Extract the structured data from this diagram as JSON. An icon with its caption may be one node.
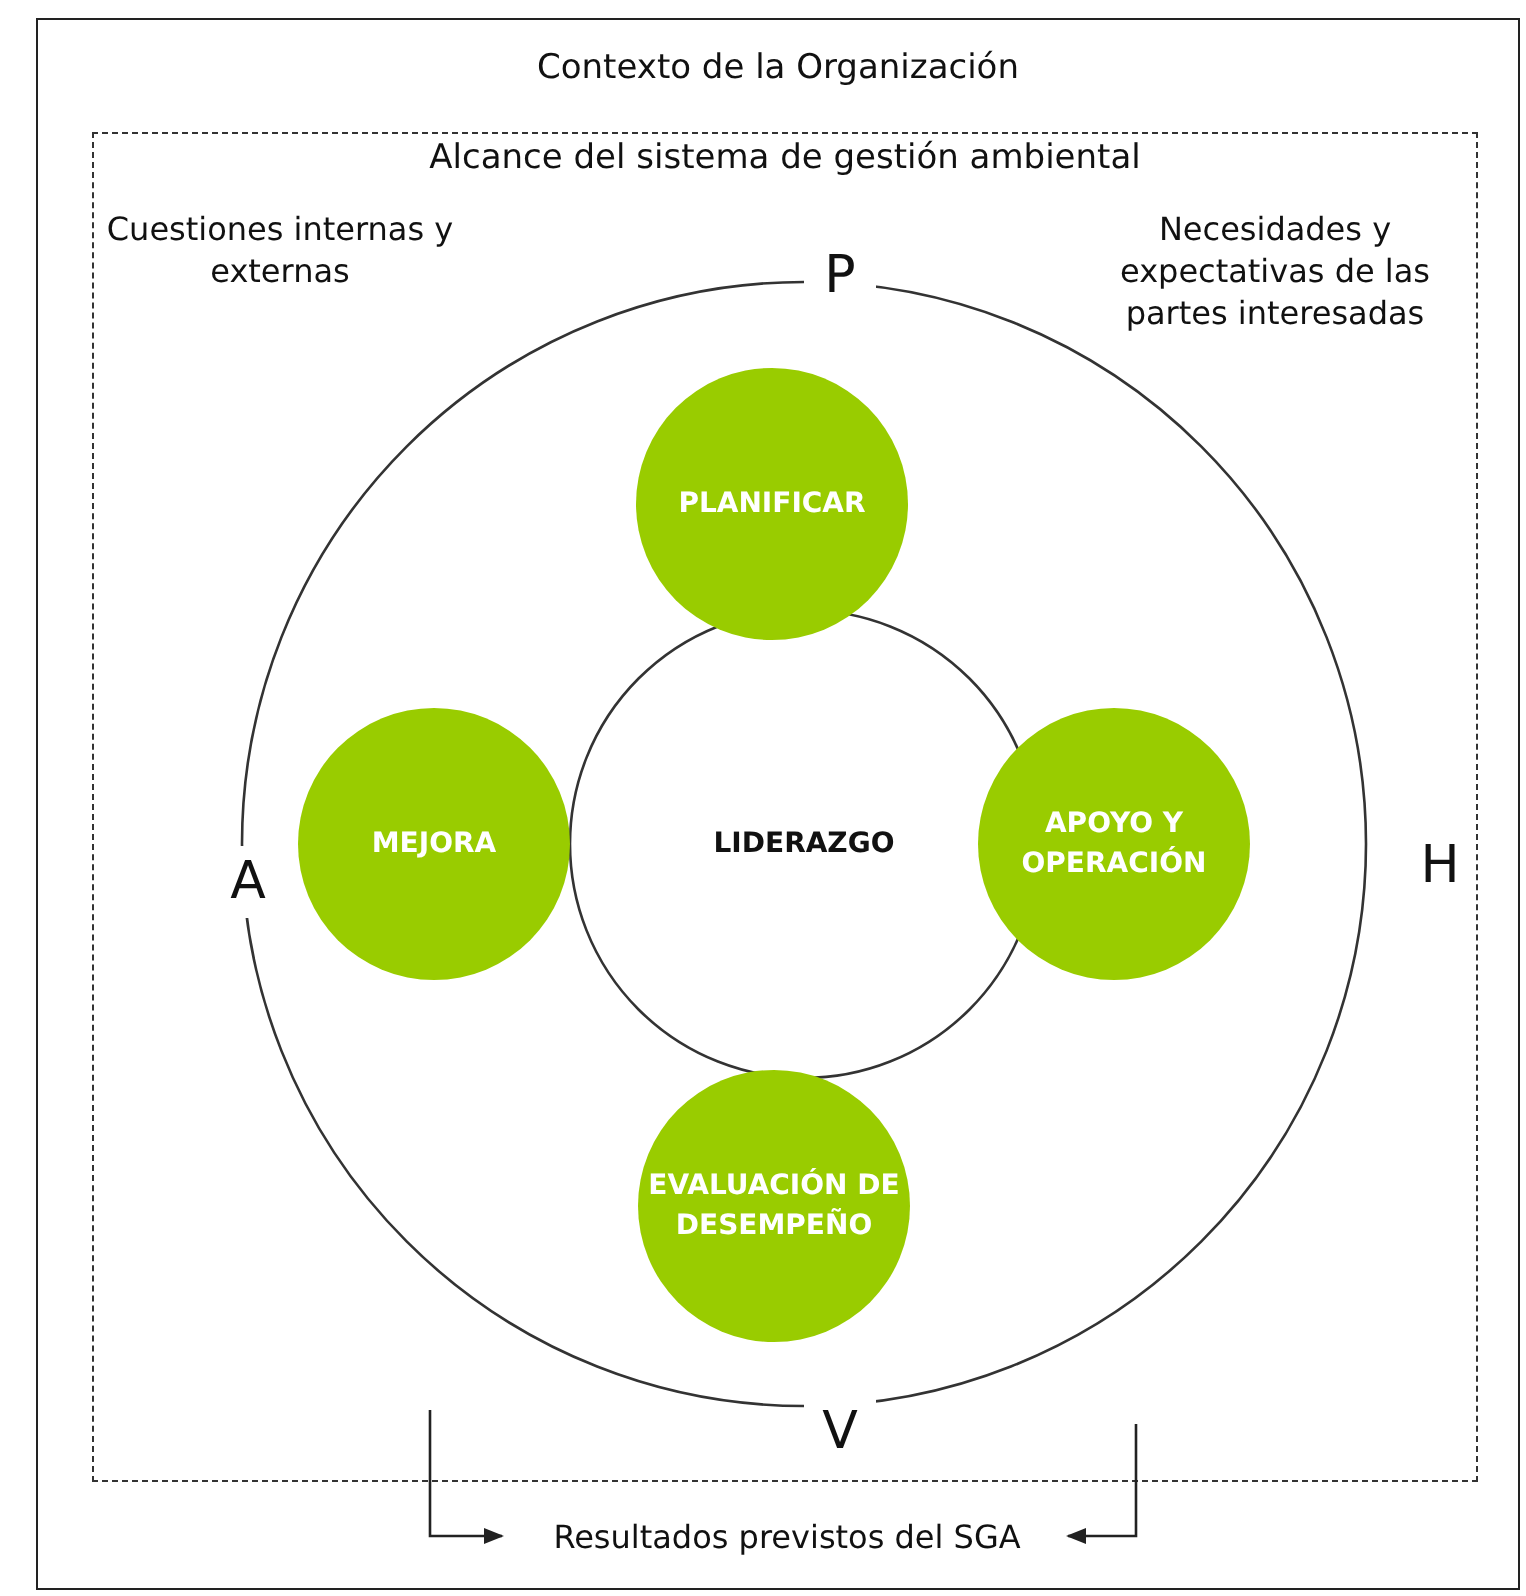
{
  "diagram": {
    "nodes": [
      {
        "text": [
          "Contexto de la Organización"
        ]
      },
      {
        "text": [
          "Alcance del sistema de gestión ambiental"
        ],
        "in": 0
      },
      {
        "text": [],
        "shape": "circle",
        "in": 1,
        "beside": [
          "P",
          "H",
          "V",
          "A"
        ]
      },
      {
        "text": [
          "PLANIFICAR"
        ],
        "in": 2
      },
      {
        "text": [
          "MEJORA"
        ],
        "in": 2
      },
      {
        "text": [
          "LIDERAZGO"
        ],
        "in": 2
      },
      {
        "text": [
          "APOYO Y OPERACIÓN"
        ],
        "in": 2
      },
      {
        "text": [
          "EVALUACIÓN DE DESEMPEÑO"
        ],
        "in": 2
      },
      {
        "text": [
          "Resultados previstos del SGA"
        ],
        "in": 0
      }
    ],
    "edges": [
      {
        "from": 2,
        "to": 8,
        "arrow": "to"
      },
      {
        "from": 2,
        "to": 8,
        "arrow": "to"
      }
    ],
    "labels": [
      "Cuestiones internas y externas",
      "Necesidades y expectativas de las partes interesadas"
    ]
  }
}
